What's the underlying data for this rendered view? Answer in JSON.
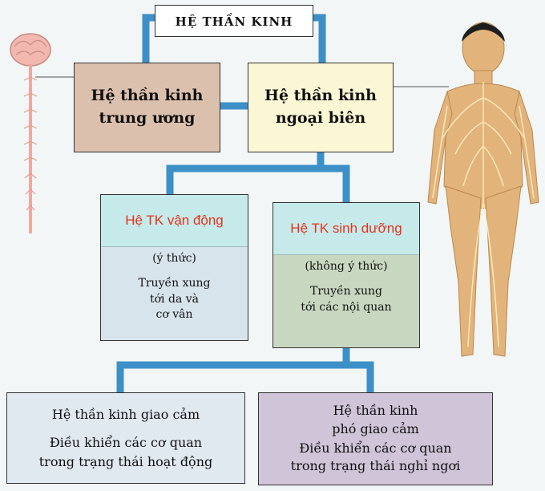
{
  "root": {
    "title": "HỆ THẦN KINH"
  },
  "central": {
    "line1": "Hệ thần kinh",
    "line2": "trung ương"
  },
  "peripheral": {
    "line1": "Hệ thần kinh",
    "line2": "ngoại biên"
  },
  "somatic": {
    "title": "Hệ TK vận động",
    "sub": "(ý thức)",
    "desc1": "Truyền xung",
    "desc2": "tới da và",
    "desc3": "cơ vân"
  },
  "autonomic": {
    "title": "Hệ TK sinh dưỡng",
    "sub": "(không ý thức)",
    "desc1": "Truyền xung",
    "desc2": "tới các nội quan"
  },
  "sympathetic": {
    "title": "Hệ thần kinh giao cảm",
    "desc1": "Điều khiển các cơ quan",
    "desc2": "trong trạng thái hoạt động"
  },
  "parasympathetic": {
    "title1": "Hệ thần kinh",
    "title2": "phó giao cảm",
    "desc1": "Điều khiển các cơ quan",
    "desc2": "trong trạng thái nghỉ ngơi"
  },
  "colors": {
    "connector": "#3d8fc8",
    "title_red": "#e4331c",
    "cns_fill": "#dcc0ae",
    "pns_fill": "#fbf6d4",
    "somatic_fill": "#d8e4ec",
    "autonomic_fill": "#c8d8c0",
    "head_band": "#c6eaea",
    "symp_fill": "#e0e8f0",
    "para_fill": "#cfc4d8"
  },
  "illustrations": {
    "left": "brain-spinal-cord-icon",
    "right": "human-nervous-system-figure"
  }
}
